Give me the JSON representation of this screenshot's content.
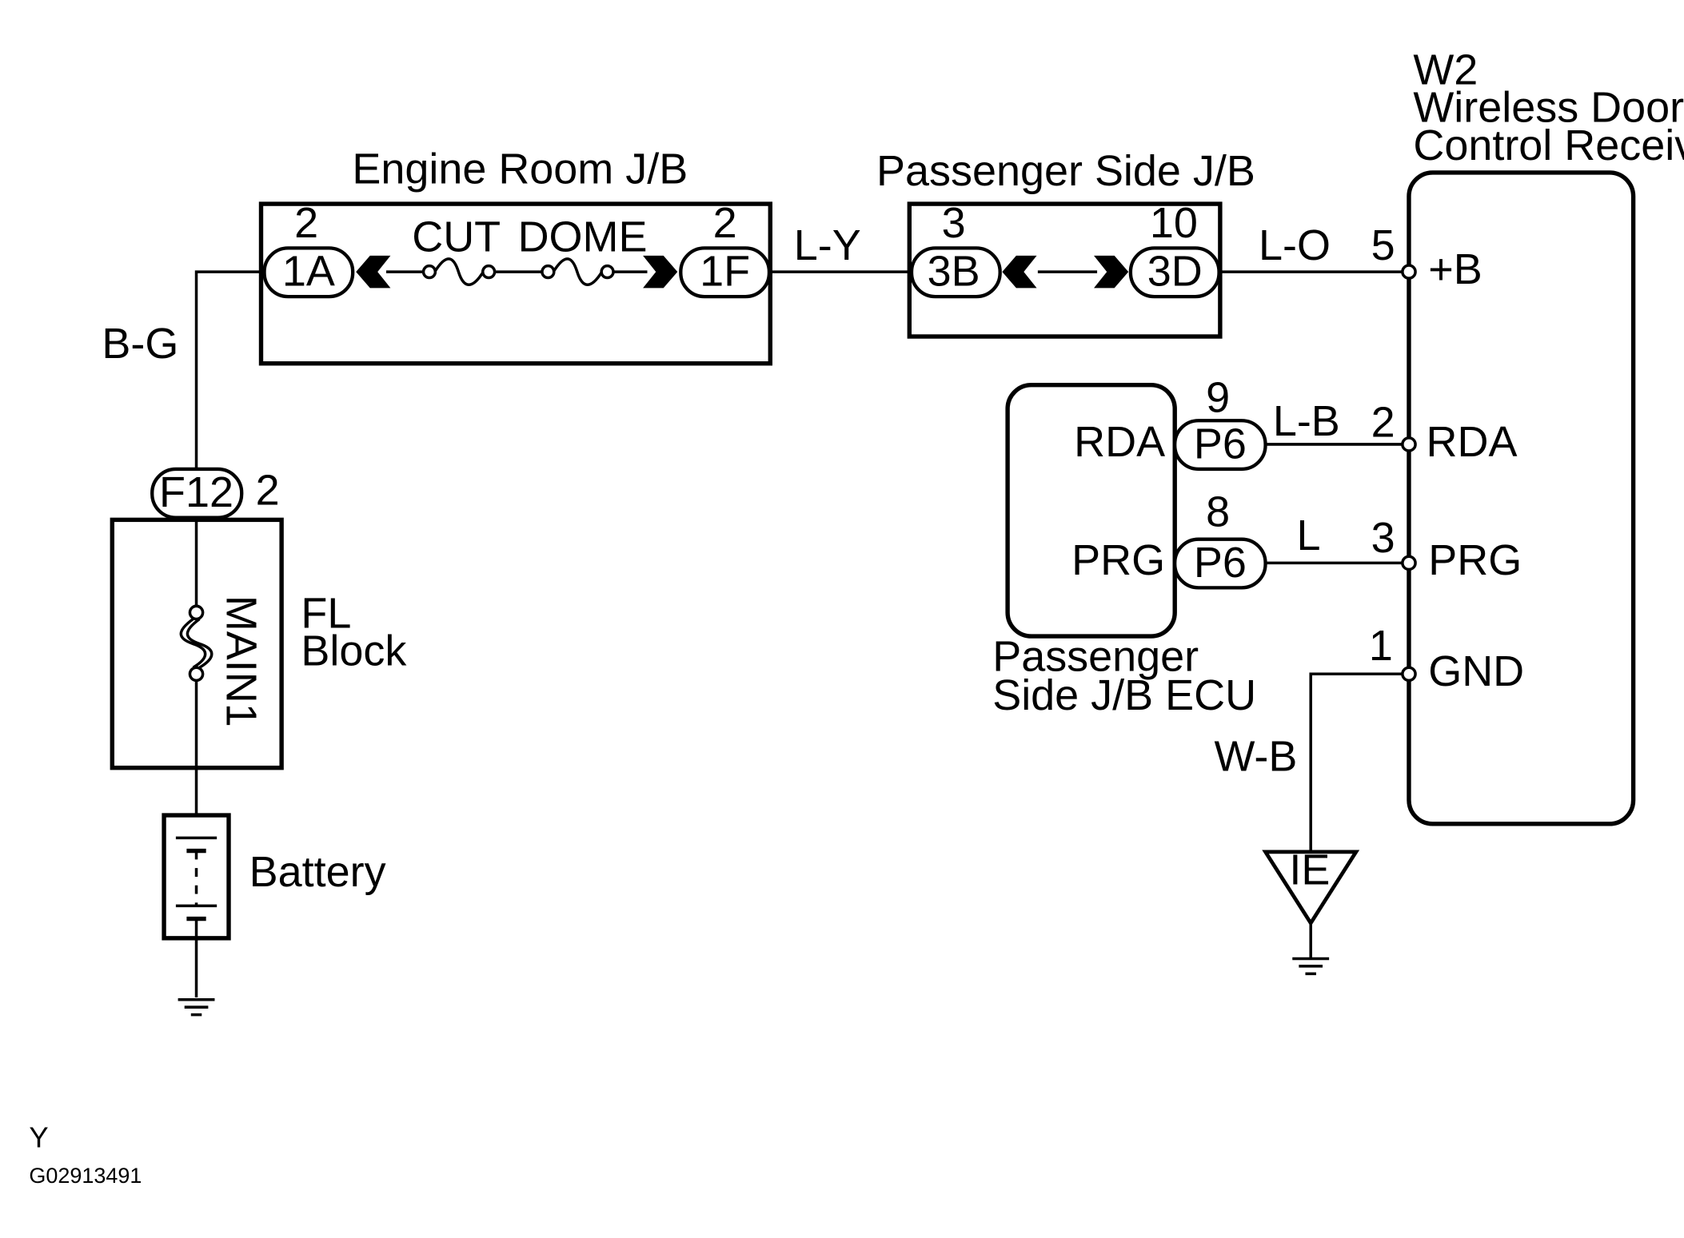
{
  "diagram": {
    "receiver": {
      "code": "W2",
      "name_line1": "Wireless Door",
      "name_line2": "Control Receiver",
      "terminals": {
        "b": "+B",
        "rda": "RDA",
        "prg": "PRG",
        "gnd": "GND"
      },
      "pins": {
        "b": "5",
        "rda": "2",
        "prg": "3",
        "gnd": "1"
      }
    },
    "engine_room_jb": {
      "title": "Engine Room J/B",
      "left_connector": "1A",
      "left_pin": "2",
      "right_connector": "1F",
      "right_pin": "2",
      "fuse1": "CUT",
      "fuse2": "DOME"
    },
    "passenger_jb": {
      "title": "Passenger Side J/B",
      "left_connector": "3B",
      "left_pin": "3",
      "right_connector": "3D",
      "right_pin": "10"
    },
    "passenger_ecu": {
      "name_line1": "Passenger",
      "name_line2": "Side J/B ECU",
      "rda_label": "RDA",
      "prg_label": "PRG",
      "rda_connector": "P6",
      "rda_pin": "9",
      "prg_connector": "P6",
      "prg_pin": "8"
    },
    "fl_block": {
      "name_line1": "FL",
      "name_line2": "Block",
      "fuse": "MAIN1",
      "connector": "F12",
      "pin": "2"
    },
    "battery": {
      "label": "Battery"
    },
    "ground_point": {
      "label": "IE"
    },
    "wires": {
      "bg": "B-G",
      "ly": "L-Y",
      "lo": "L-O",
      "lb": "L-B",
      "l": "L",
      "wb": "W-B"
    },
    "footer": {
      "code": "Y",
      "figure_id": "G02913491"
    }
  }
}
